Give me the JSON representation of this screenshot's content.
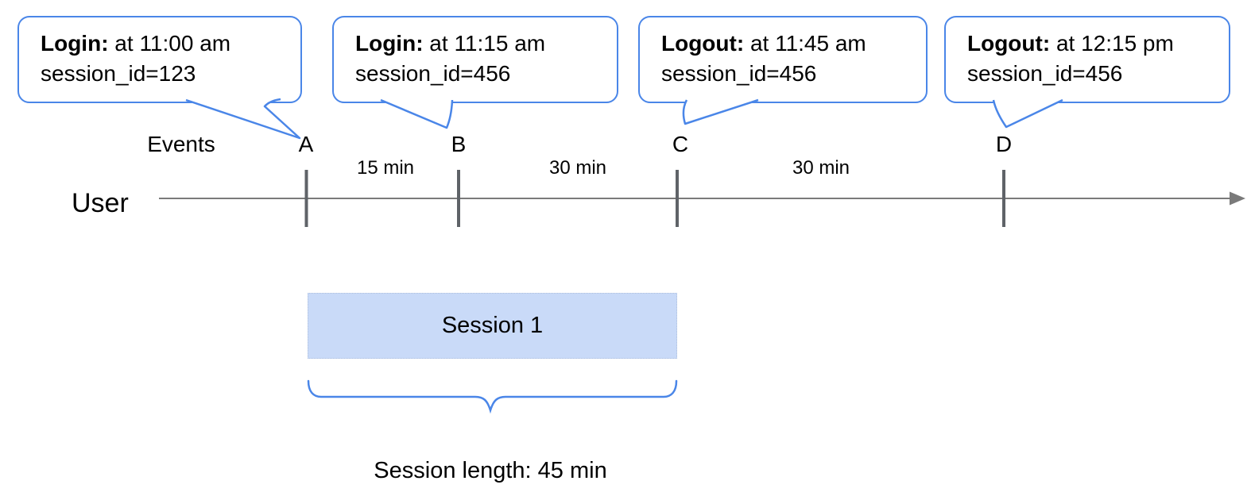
{
  "labels": {
    "events": "Events",
    "user": "User",
    "session_block": "Session 1",
    "session_length": "Session length: 45 min"
  },
  "callouts": [
    {
      "event": "Login:",
      "time": " at 11:00 am",
      "session_id": "session_id=123"
    },
    {
      "event": "Login:",
      "time": " at 11:15 am",
      "session_id": "session_id=456"
    },
    {
      "event": "Logout:",
      "time": " at 11:45 am",
      "session_id": "session_id=456"
    },
    {
      "event": "Logout:",
      "time": " at 12:15 pm",
      "session_id": "session_id=456"
    }
  ],
  "event_marks": [
    {
      "label": "A"
    },
    {
      "label": "B"
    },
    {
      "label": "C"
    },
    {
      "label": "D"
    }
  ],
  "intervals": [
    {
      "label": "15 min"
    },
    {
      "label": "30 min"
    },
    {
      "label": "30 min"
    }
  ],
  "colors": {
    "accent_blue": "#4a86e8",
    "session_fill": "#c9daf8",
    "timeline_gray": "#7a7a7a",
    "tick_gray": "#5f6368"
  }
}
